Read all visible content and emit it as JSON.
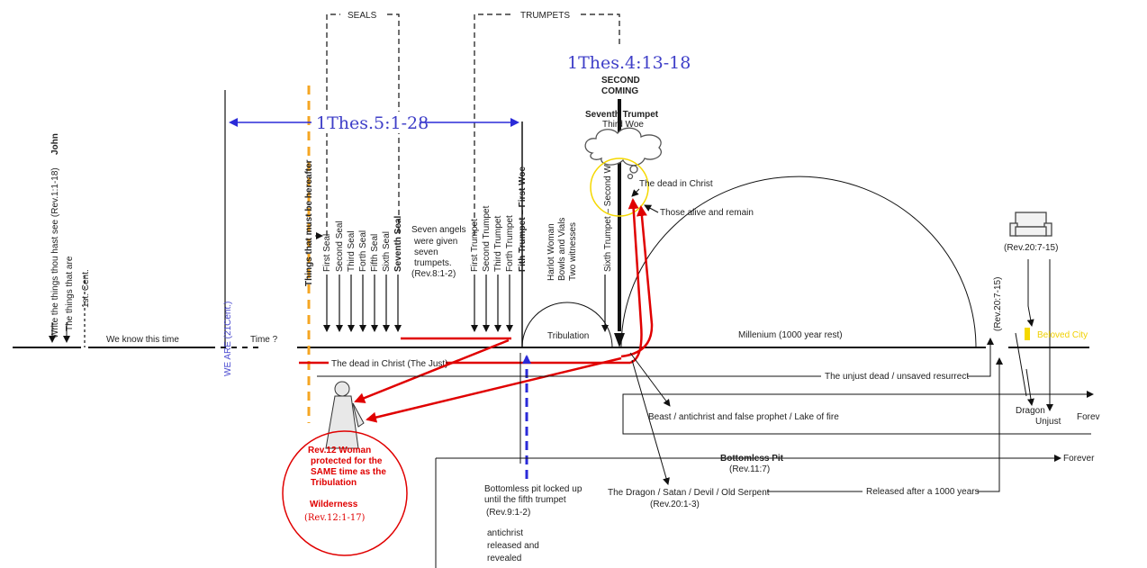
{
  "colors": {
    "red": "#e00000",
    "blue": "#2a2ad8",
    "orange": "#f5a623",
    "yellow": "#f5d800",
    "text_blue": "#4a4ad0"
  },
  "labels": {
    "seals": "SEALS",
    "trumpets": "TRUMPETS",
    "thes4": "1Thes.4:13-18",
    "thes5": "1Thes.5:1-28",
    "second_coming_1": "SECOND",
    "second_coming_2": "COMING",
    "seventh_trumpet": "Seventh Trumpet",
    "third_woe": "Third Woe",
    "john": "John",
    "write_things": "Write the things thou hast see (Rev.1:1-18)",
    "things_that_are": "The things that are",
    "first_cent": "1st. Cent.",
    "we_know": "We know this time",
    "we_are": "WE ARE (21Cent.)",
    "time_q": "Time ?",
    "things_hereafter": "Things that must be hereafter",
    "seven_angels_1": "Seven angels",
    "seven_angels_2": "were given",
    "seven_angels_3": "seven",
    "seven_angels_4": "trumpets.",
    "seven_angels_ref": "(Rev.8:1-2)",
    "harlot": "Harlot Woman",
    "bowls": "Bowls and Vials",
    "witnesses": "Two witnesses",
    "tribulation": "Tribulation",
    "millenium": "Millenium (1000 year rest)",
    "dead_in_christ_circle": "The dead in Christ",
    "alive_remain": "Those alive and remain",
    "dead_in_christ_just": "The dead in Christ (The Just)",
    "unjust_dead": "The unjust dead / unsaved resurrect",
    "beast": "Beast / antichrist and false prophet / Lake of fire",
    "bottomless_pit": "Bottomless Pit",
    "bottomless_ref": "(Rev.11:7)",
    "forever_1": "Forever",
    "forever_2": "Forev",
    "dragon_satan": "The Dragon / Satan / Devil / Old Serpent",
    "dragon_ref": "(Rev.20:1-3)",
    "released_1000": "Released after a 1000 years",
    "pit_locked_1": "Bottomless pit locked up",
    "pit_locked_2": "until the fifth trumpet",
    "pit_locked_ref": "(Rev.9:1-2)",
    "antichrist_1": "antichrist",
    "antichrist_2": "released and",
    "antichrist_3": "revealed",
    "rev20_7_15_top": "(Rev.20:7-15)",
    "rev20_7_15_side": "(Rev.20:7-15)",
    "beloved_city": "Beloved City",
    "dragon": "Dragon",
    "unjust": "Unjust",
    "woman_1": "Rev.12 Woman",
    "woman_2": "protected for the",
    "woman_3": "SAME time as the",
    "woman_4": "Tribulation",
    "wilderness": "Wilderness",
    "wilderness_ref": "(Rev.12:1-17)"
  },
  "seals": [
    "First Seal",
    "Second Seal",
    "Third Seal",
    "Forth Seal",
    "Fifth Seal",
    "Sixth Seal",
    "Seventh Seal"
  ],
  "trumpets": [
    "First Trumpet",
    "Second Trumpet",
    "Third Trumpet",
    "Forth Trumpet",
    "Fith Trumpet – First Woe",
    "Sixth Trumpet – Second Woe"
  ]
}
